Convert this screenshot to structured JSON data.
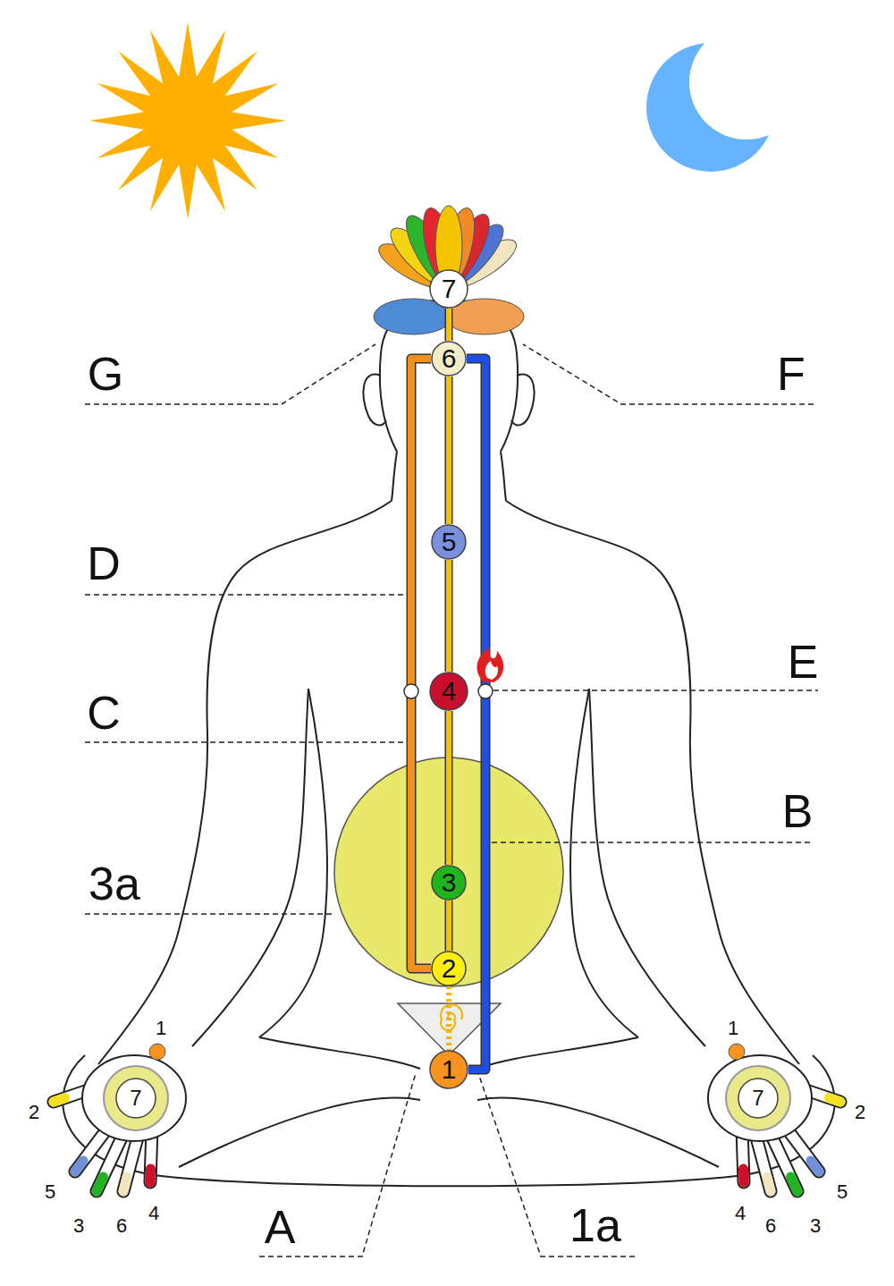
{
  "diagram": {
    "nodes": [
      {
        "text": [
          "7"
        ]
      },
      {
        "text": [
          "6"
        ]
      },
      {
        "text": [
          "5"
        ]
      },
      {
        "text": [
          "4"
        ]
      },
      {
        "text": [
          "3"
        ]
      },
      {
        "text": [
          "2"
        ]
      },
      {
        "text": [
          "1"
        ]
      },
      {
        "text": [
          "7"
        ]
      },
      {
        "text": [
          "7"
        ]
      }
    ],
    "edges": [
      {
        "from": 0,
        "to": 1,
        "arrow": "none"
      },
      {
        "from": 1,
        "to": 2,
        "arrow": "none"
      },
      {
        "from": 2,
        "to": 3,
        "arrow": "none"
      },
      {
        "from": 3,
        "to": 4,
        "arrow": "none"
      },
      {
        "from": 4,
        "to": 5,
        "arrow": "none"
      },
      {
        "from": 5,
        "to": 6,
        "arrow": "none"
      },
      {
        "from": 5,
        "to": 1,
        "arrow": "none"
      },
      {
        "from": 6,
        "to": 1,
        "arrow": "none"
      }
    ],
    "labels": [
      "G",
      "F",
      "D",
      "E",
      "C",
      "B",
      "3a",
      "1",
      "1",
      "2",
      "2",
      "5",
      "5",
      "4",
      "4",
      "6",
      "6",
      "3",
      "3",
      "A",
      "1a"
    ]
  }
}
